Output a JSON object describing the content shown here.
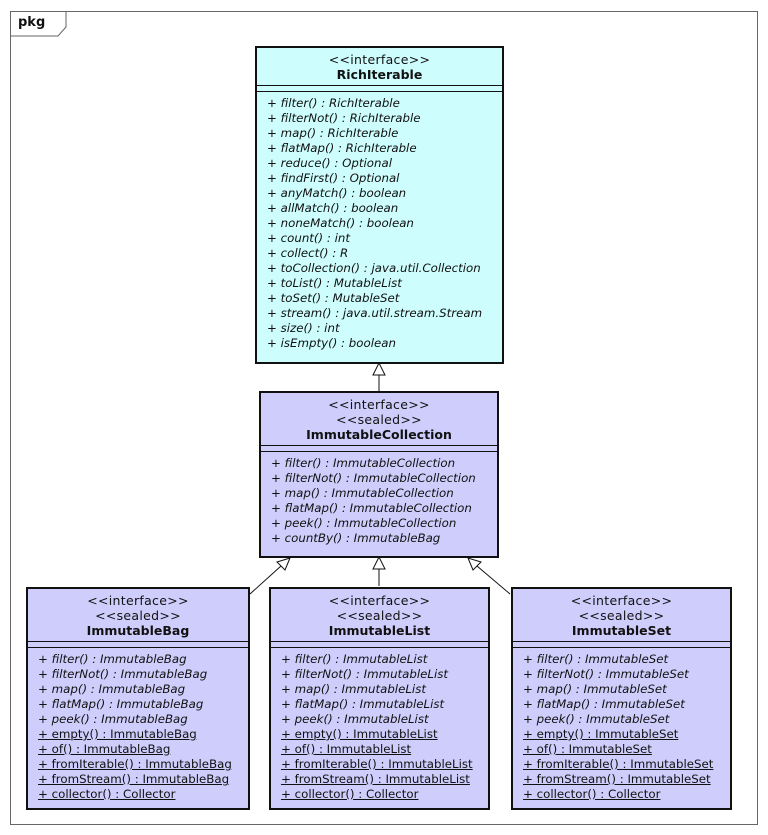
{
  "package": {
    "label": "pkg"
  },
  "classes": {
    "rich": {
      "stereotypes": [
        "<<interface>>"
      ],
      "name": "RichIterable",
      "ops": [
        {
          "text": "+ filter() : RichIterable",
          "static": false
        },
        {
          "text": "+ filterNot() : RichIterable",
          "static": false
        },
        {
          "text": "+ map() : RichIterable",
          "static": false
        },
        {
          "text": "+ flatMap() : RichIterable",
          "static": false
        },
        {
          "text": "+ reduce() : Optional",
          "static": false
        },
        {
          "text": "+ findFirst() : Optional",
          "static": false
        },
        {
          "text": "+ anyMatch() : boolean",
          "static": false
        },
        {
          "text": "+ allMatch() : boolean",
          "static": false
        },
        {
          "text": "+ noneMatch() : boolean",
          "static": false
        },
        {
          "text": "+ count() : int",
          "static": false
        },
        {
          "text": "+ collect() : R",
          "static": false
        },
        {
          "text": "+ toCollection() : java.util.Collection",
          "static": false
        },
        {
          "text": "+ toList() : MutableList",
          "static": false
        },
        {
          "text": "+ toSet() : MutableSet",
          "static": false
        },
        {
          "text": "+ stream() : java.util.stream.Stream",
          "static": false
        },
        {
          "text": "+ size() : int",
          "static": false
        },
        {
          "text": "+ isEmpty() : boolean",
          "static": false
        }
      ]
    },
    "coll": {
      "stereotypes": [
        "<<interface>>",
        "<<sealed>>"
      ],
      "name": "ImmutableCollection",
      "ops": [
        {
          "text": "+ filter() : ImmutableCollection",
          "static": false
        },
        {
          "text": "+ filterNot() : ImmutableCollection",
          "static": false
        },
        {
          "text": "+ map() : ImmutableCollection",
          "static": false
        },
        {
          "text": "+ flatMap() : ImmutableCollection",
          "static": false
        },
        {
          "text": "+ peek() : ImmutableCollection",
          "static": false
        },
        {
          "text": "+ countBy() : ImmutableBag",
          "static": false
        }
      ]
    },
    "bag": {
      "stereotypes": [
        "<<interface>>",
        "<<sealed>>"
      ],
      "name": "ImmutableBag",
      "ops": [
        {
          "text": "+ filter() : ImmutableBag",
          "static": false
        },
        {
          "text": "+ filterNot() : ImmutableBag",
          "static": false
        },
        {
          "text": "+ map() : ImmutableBag",
          "static": false
        },
        {
          "text": "+ flatMap() : ImmutableBag",
          "static": false
        },
        {
          "text": "+ peek() : ImmutableBag",
          "static": false
        },
        {
          "text": "+ empty() : ImmutableBag",
          "static": true
        },
        {
          "text": "+ of() : ImmutableBag",
          "static": true
        },
        {
          "text": "+ fromIterable() : ImmutableBag",
          "static": true
        },
        {
          "text": "+ fromStream() : ImmutableBag",
          "static": true
        },
        {
          "text": "+ collector() : Collector",
          "static": true
        }
      ]
    },
    "list": {
      "stereotypes": [
        "<<interface>>",
        "<<sealed>>"
      ],
      "name": "ImmutableList",
      "ops": [
        {
          "text": "+ filter() : ImmutableList",
          "static": false
        },
        {
          "text": "+ filterNot() : ImmutableList",
          "static": false
        },
        {
          "text": "+ map() : ImmutableList",
          "static": false
        },
        {
          "text": "+ flatMap() : ImmutableList",
          "static": false
        },
        {
          "text": "+ peek() : ImmutableList",
          "static": false
        },
        {
          "text": "+ empty() : ImmutableList",
          "static": true
        },
        {
          "text": "+ of() : ImmutableList",
          "static": true
        },
        {
          "text": "+ fromIterable() : ImmutableList",
          "static": true
        },
        {
          "text": "+ fromStream() : ImmutableList",
          "static": true
        },
        {
          "text": "+ collector() : Collector",
          "static": true
        }
      ]
    },
    "set": {
      "stereotypes": [
        "<<interface>>",
        "<<sealed>>"
      ],
      "name": "ImmutableSet",
      "ops": [
        {
          "text": "+ filter() : ImmutableSet",
          "static": false
        },
        {
          "text": "+ filterNot() : ImmutableSet",
          "static": false
        },
        {
          "text": "+ map() : ImmutableSet",
          "static": false
        },
        {
          "text": "+ flatMap() : ImmutableSet",
          "static": false
        },
        {
          "text": "+ peek() : ImmutableSet",
          "static": false
        },
        {
          "text": "+ empty() : ImmutableSet",
          "static": true
        },
        {
          "text": "+ of() : ImmutableSet",
          "static": true
        },
        {
          "text": "+ fromIterable() : ImmutableSet",
          "static": true
        },
        {
          "text": "+ fromStream() : ImmutableSet",
          "static": true
        },
        {
          "text": "+ collector() : Collector",
          "static": true
        }
      ]
    }
  },
  "colors": {
    "interface_root": "#cdfdfd",
    "interface_sealed": "#cfcdfb",
    "line": "#111111"
  }
}
